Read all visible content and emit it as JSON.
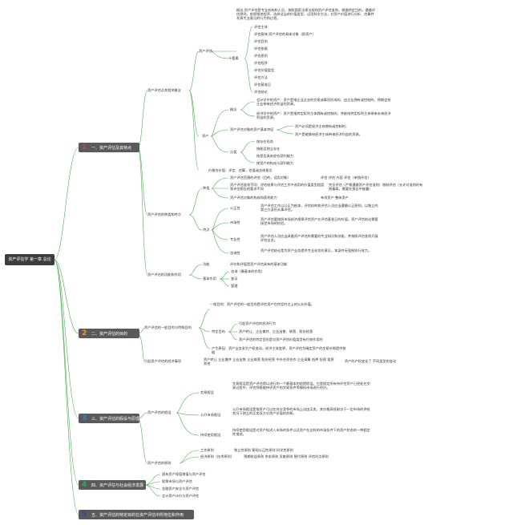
{
  "root": "资产评估学 第一章 总论",
  "sections": [
    {
      "num": "1",
      "label": "一、资产评估及其特点",
      "color": "#e2384a"
    },
    {
      "num": "2",
      "label": "二、资产评估的目的",
      "color": "#f39c12"
    },
    {
      "num": "3",
      "label": "三、资产评估的假设与原理",
      "color": "#2e86c1"
    },
    {
      "num": "4",
      "label": "四、资产评估与社会经济发展",
      "color": "#27ae60"
    },
    {
      "num": "5",
      "label": "五、资产评估的特定目的在资产评估中所地位和作用",
      "color": "#1f4e9c"
    }
  ],
  "s1": {
    "a": "资产评估及其相关概念",
    "a1": "资产评估",
    "a1_def": "概念:资产评估是专业机构和人员，按照国家法律法规和资产评估准则，根据特定目的，遵循评估原则，依照相关程序，选择适当的价值类型，运用科学方法，对资产价值进行分析、估算并发表专业意见的行为和过程。",
    "a1_k": "十要素",
    "a1_items": [
      "评估主体",
      "评估客体:资产评估的具体对象（即资产）",
      "评估目的",
      "评估依据",
      "评估原则",
      "评估程序",
      "评估价值类型",
      "评估方法",
      "评估基准日",
      "评估结论"
    ],
    "a2": "资产",
    "a2_c": "概念",
    "a2_c1": "会计学中的资产：资产是指企业过去的交易或事项形成的、由企业拥有或控制的、预期会给企业带来经济利益的资源。",
    "a2_c2": "经济学中的资产：资产是指特定权利主体拥有或控制的，并能给特定权利主体带来未来经济利益的资源。",
    "a2_f": "资产评估对象的资产基本特征",
    "a2_f1": "资产必须是经济主体拥有或控制的；",
    "a2_f2": "资产是能够给经济主体带来经济利益的资源。",
    "a2_s": "分类",
    "a2_s_items": [
      "按存在形态",
      "按能否独立存在",
      "按是否具有综合获利能力",
      "按资产的构成与获利能力"
    ],
    "a3": "价格合价值：评定、估算，估值或咨询意见",
    "b": "资产评估的种类和特点",
    "b1": "种类",
    "b1_1": "资产评估范围的评估（目的，适用对象）",
    "b1_1r": "评估 评估 内容 评估（单独评估）",
    "b1_2": "资产评估准则不同：评估结果与评估工作中选用的价值类型程度和评估报告的要求不同",
    "b1_2r": "完全评估（严格遵循资产评估准则）限制评估（允许对准则的有限偏离，需要在报告中披露）",
    "b1_3": "资产评估对象的构成和获利能力",
    "b1_3r": "单项资产 整体资产",
    "b2": "特点",
    "b2_items": [
      {
        "k": "公正性",
        "v": "资产评估工作以公正为根本，评估机构和评估人员应当遵循公正原则，以独立的第三方身份从事评估。"
      },
      {
        "k": "市场性",
        "v": "资产评估要按照市场经济规律评估资产在评估基准日的价值。资产评估结论需要接受市场的检验。"
      },
      {
        "k": "专业性",
        "v": "资产评估人员应当具备资产评估所需要的专业知识和技能，并按照评估准则开展评估业务。"
      },
      {
        "k": "咨询性",
        "v": "资产评估结论是为资产业务提供专业化估价意见，本身并无强制执行效力。"
      }
    ],
    "c": "资产评估的功能和作用",
    "c1": "功能",
    "c1v": "评价和评值是资产评估具有的基本功能",
    "c2": "基本作用",
    "c2_items": [
      "咨询（最基本的作用）",
      "鉴证",
      "管理"
    ]
  },
  "s2": {
    "a": "资产评估的一般目的与特殊目的",
    "a1": "一般目的：资产评估的一般目的是评估资产在特定时点上的公允价值。",
    "a2": "特定目的",
    "a2_items": [
      "引起资产评估的经济行为",
      "资产转让、企业兼并、企业出售、联营、股份经营",
      "资产评估的特定目的是对资产评估价值类型有约束作用的"
    ],
    "a3": "产生原因：资产业务发生产权变动，经济主体变更，资产评估为确定资产的交易价格提供依据",
    "b": "引起资产评估的经济事项",
    "b1": "资产转让 企业兼并 企业出售 企业联营 股份经营 中外合资合作 企业清算 抵押 担保 租赁 其他",
    "b1r": "资产的产权变化了 不同类型的变动"
  },
  "s3": {
    "a": "资产评估的假设",
    "a_items": [
      {
        "k": "交易假设",
        "v": "交易假设是资产评估得以进行的一个最基本的前提假设。它是假定所有待评估资产已经处在交易过程中，评估师根据待评资产的交易条件等模拟市场进行估价。"
      },
      {
        "k": "公开市场假设",
        "v": "公开市场假设是指资产可以在充分竞争的市场上自由买卖，其价格高低取决于一定市场的供给状况下独立的买卖双方对资产价值的判断。"
      },
      {
        "k": "持续使用假设",
        "v": "持续使用假设是对资产拟进入市场的条件以及资产在这样的市场条件下的资产状态的一种假定性描述。"
      }
    ],
    "b": "资产评估的原则",
    "b_items": [
      {
        "k": "工作原则",
        "v": "独立性原则 客观公正性原则 科学性原则"
      },
      {
        "k": "经济原则（技术原则）",
        "v": "预期收益原则 供求原则 贡献原则 替代原则 评估时点原则"
      }
    ]
  },
  "s4": {
    "items": [
      "国有资产保值增值与资产评估",
      "股票市场与资产评估",
      "金融资产安全与资产评估",
      "会计资产计价与资产评估"
    ]
  }
}
